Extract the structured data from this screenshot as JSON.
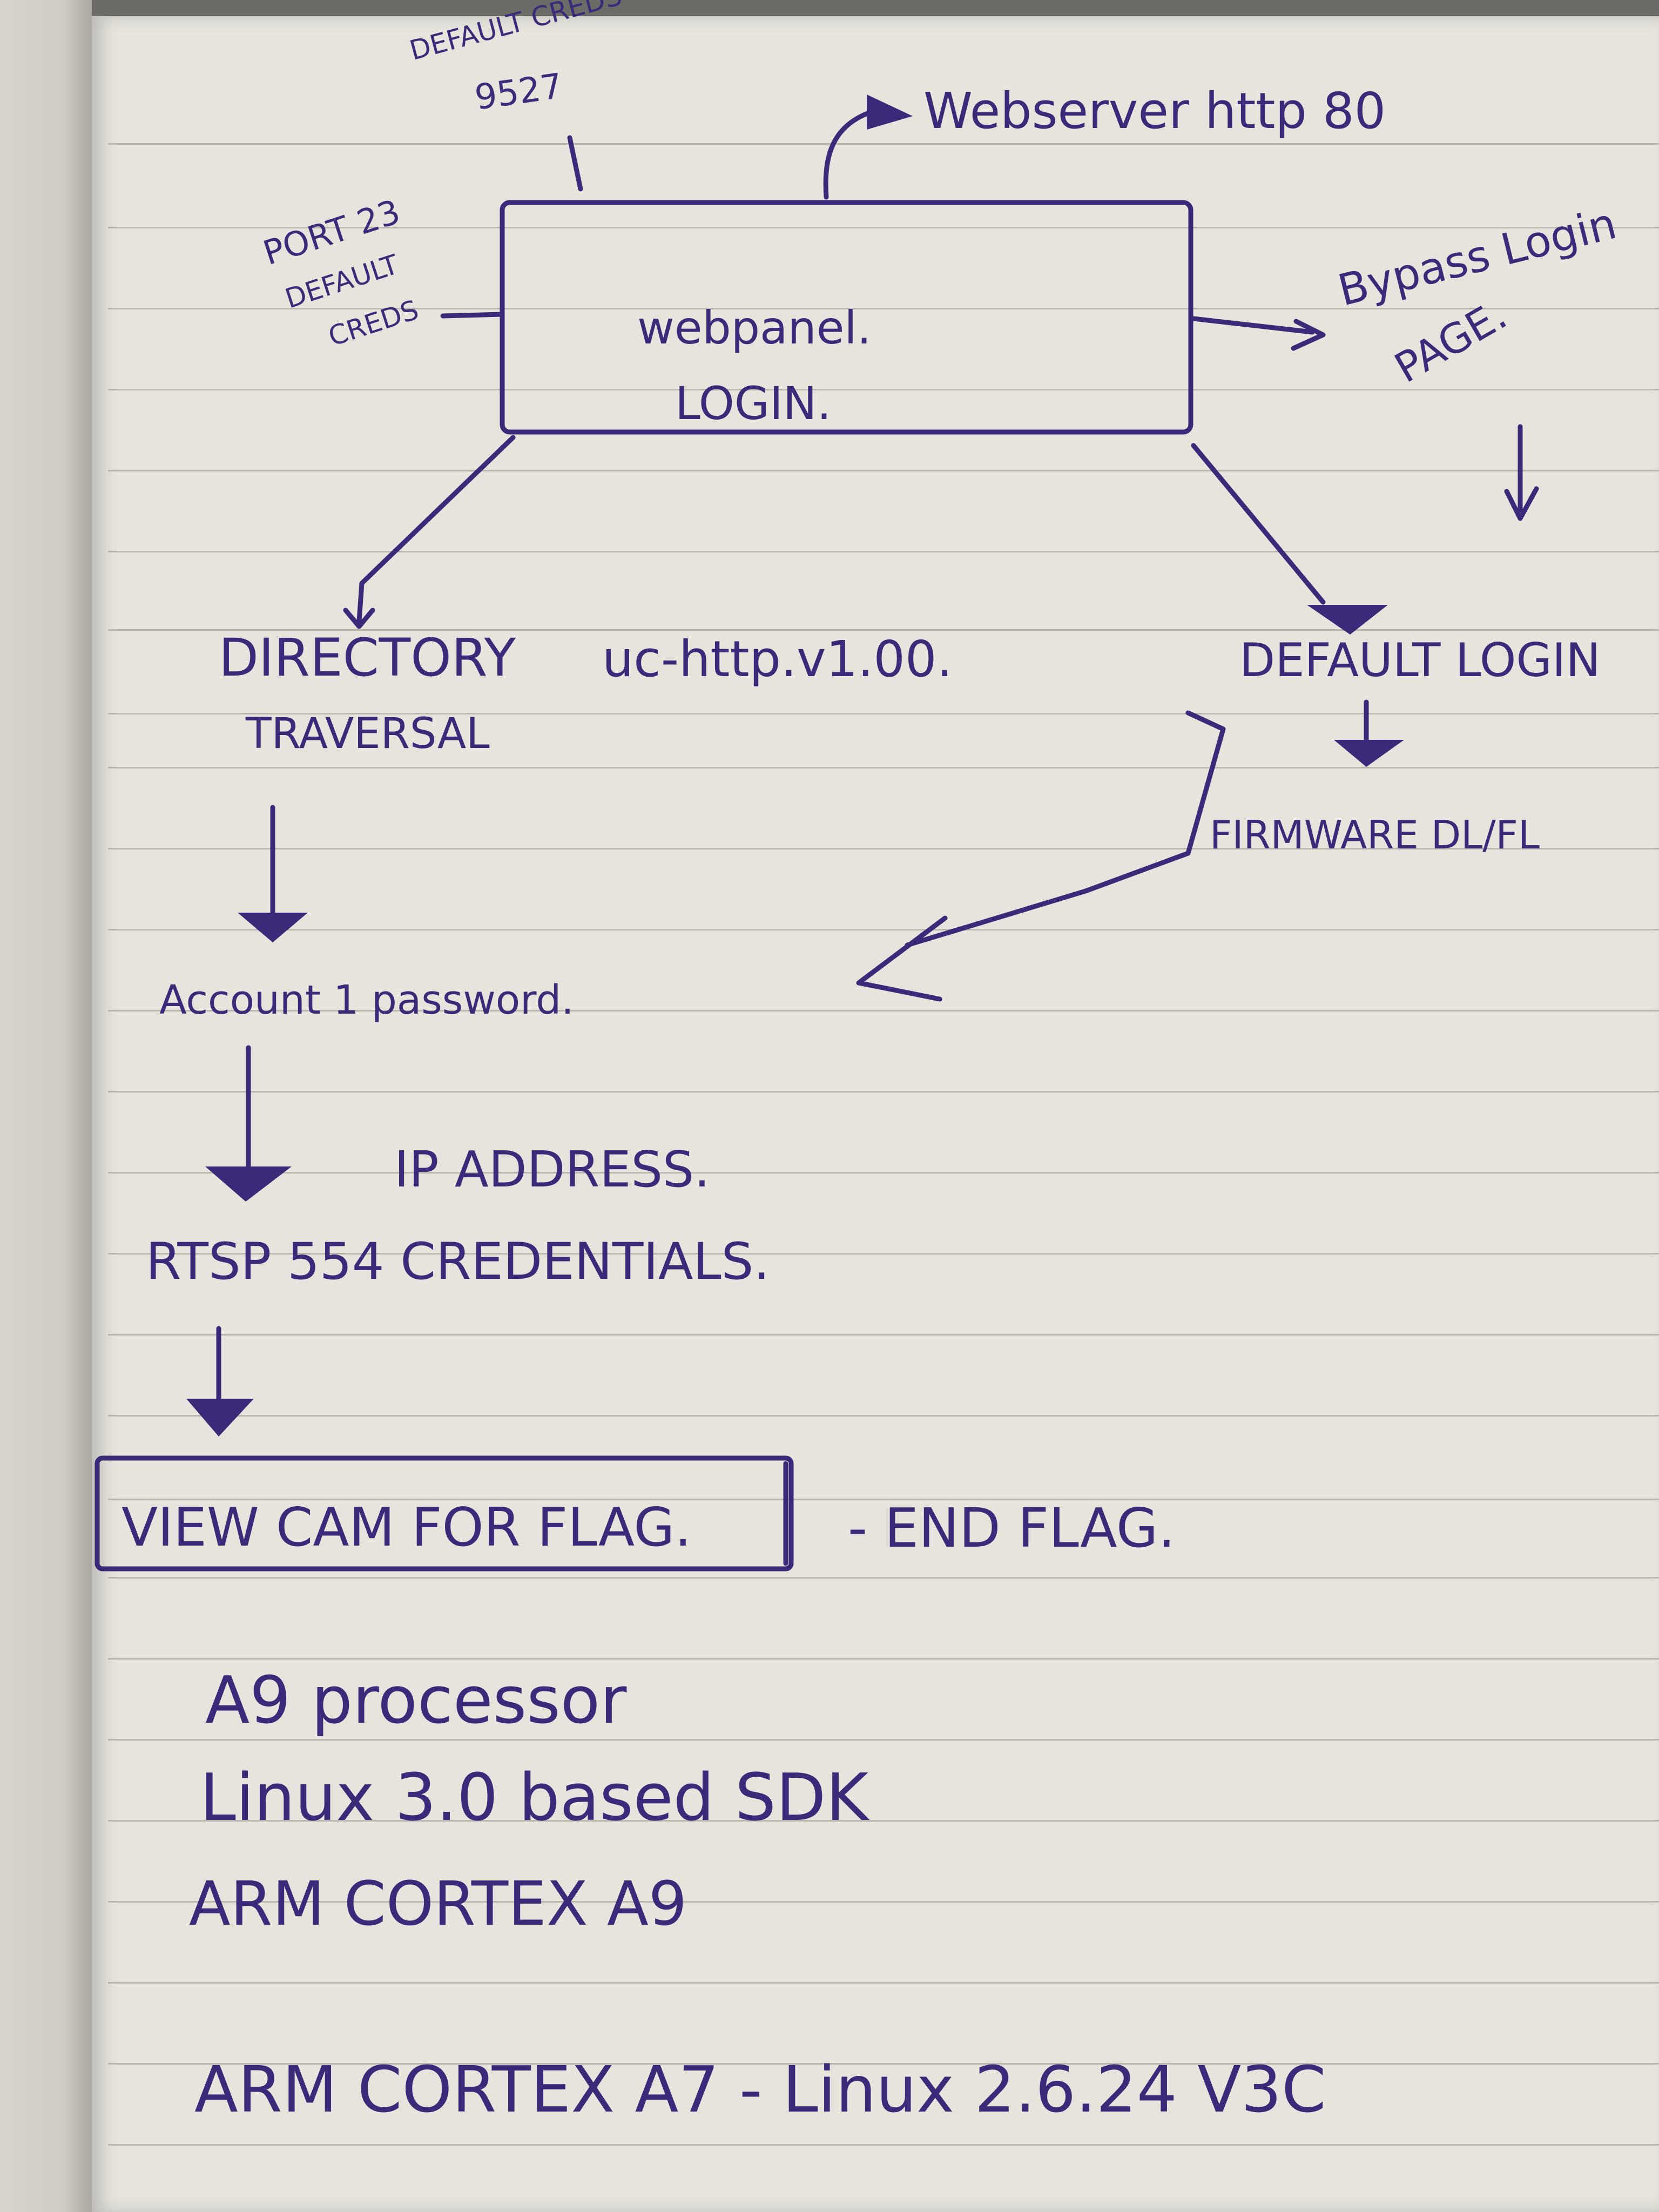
{
  "ink_color": "#3b2a7a",
  "paper_color": "#e6e4dd",
  "diagram": {
    "top_note": {
      "line1": "DEFAULT CREDS",
      "line2": "9527"
    },
    "webserver_label": "Webserver http 80",
    "left_note": {
      "line1": "PORT 23",
      "line2": "DEFAULT",
      "line3": "CREDS"
    },
    "main_box": {
      "line1": "webpanel.",
      "line2": "LOGIN."
    },
    "bypass_label": {
      "line1": "Bypass Login",
      "line2": "PAGE."
    },
    "directory_traversal": {
      "line1": "DIRECTORY",
      "line2": "TRAVERSAL"
    },
    "server_version": "uc-http.v1.00.",
    "default_login": "DEFAULT LOGIN",
    "firmware_label": "FIRMWARE DL/FL",
    "account_password": "Account 1 password.",
    "ip_address": "IP ADDRESS.",
    "rtsp_credentials": "RTSP 554 CREDENTIALS.",
    "view_cam_box": "VIEW CAM FOR FLAG.",
    "end_flag": "- END FLAG."
  },
  "notes": {
    "line1": "A9 processor",
    "line2": "Linux 3.0 based SDK",
    "line3": "ARM CORTEX A9",
    "line4": "ARM CORTEX A7  - Linux 2.6.24  V3C"
  }
}
